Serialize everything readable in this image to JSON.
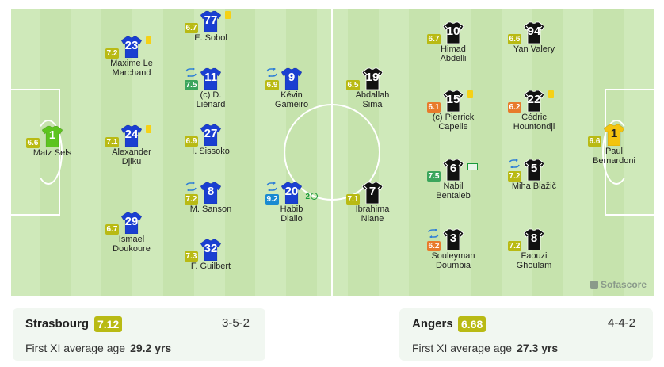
{
  "colors": {
    "home_shirt": "#1a3fd1",
    "home_gk_shirt": "#5dc41f",
    "away_shirt": "#111111",
    "away_gk_shirt": "#f4c40f",
    "rating_yellow": "#b9ba14",
    "rating_green": "#3ba55c",
    "rating_orange": "#e87b2b",
    "rating_blue": "#1a8ad1",
    "card_yellow": "#f5d116"
  },
  "brand": "Sofascore",
  "home": {
    "name": "Strasbourg",
    "rating": "7.12",
    "formation": "3-5-2",
    "age_label": "First XI average age",
    "age_value": "29.2 yrs",
    "players": [
      {
        "number": "1",
        "name": "Matz Sels",
        "rating": "6.6",
        "rating_color": "yellow",
        "gk": true
      },
      {
        "number": "23",
        "name": "Maxime Le\nMarchand",
        "rating": "7.2",
        "rating_color": "yellow",
        "card": true
      },
      {
        "number": "24",
        "name": "Alexander\nDjiku",
        "rating": "7.1",
        "rating_color": "yellow",
        "card": true
      },
      {
        "number": "29",
        "name": "Ismael\nDoukoure",
        "rating": "6.7",
        "rating_color": "yellow"
      },
      {
        "number": "77",
        "name": "E. Sobol",
        "rating": "6.7",
        "rating_color": "yellow",
        "card": true
      },
      {
        "number": "11",
        "name": "(c) D.\nLiénard",
        "rating": "7.5",
        "rating_color": "green",
        "sub": true
      },
      {
        "number": "27",
        "name": "I. Sissoko",
        "rating": "6.9",
        "rating_color": "yellow"
      },
      {
        "number": "8",
        "name": "M. Sanson",
        "rating": "7.2",
        "rating_color": "yellow",
        "sub": true
      },
      {
        "number": "32",
        "name": "F. Guilbert",
        "rating": "7.3",
        "rating_color": "yellow"
      },
      {
        "number": "9",
        "name": "Kévin\nGameiro",
        "rating": "6.9",
        "rating_color": "yellow",
        "sub": true
      },
      {
        "number": "20",
        "name": "Habib\nDiallo",
        "rating": "9.2",
        "rating_color": "blue",
        "sub": true,
        "goals": "2"
      }
    ]
  },
  "away": {
    "name": "Angers",
    "rating": "6.68",
    "formation": "4-4-2",
    "age_label": "First XI average age",
    "age_value": "27.3 yrs",
    "players": [
      {
        "number": "1",
        "name": "Paul\nBernardoni",
        "rating": "6.6",
        "rating_color": "yellow",
        "gk": true
      },
      {
        "number": "94",
        "name": "Yan Valery",
        "rating": "6.6",
        "rating_color": "yellow"
      },
      {
        "number": "22",
        "name": "Cédric\nHountondji",
        "rating": "6.2",
        "rating_color": "orange",
        "card": true
      },
      {
        "number": "5",
        "name": "Miha Blažič",
        "rating": "7.2",
        "rating_color": "yellow",
        "sub": true
      },
      {
        "number": "8",
        "name": "Faouzi\nGhoulam",
        "rating": "7.2",
        "rating_color": "yellow"
      },
      {
        "number": "10",
        "name": "Himad\nAbdelli",
        "rating": "6.7",
        "rating_color": "yellow"
      },
      {
        "number": "15",
        "name": "(c) Pierrick\nCapelle",
        "rating": "6.1",
        "rating_color": "orange",
        "card": true
      },
      {
        "number": "6",
        "name": "Nabil\nBentaleb",
        "rating": "7.5",
        "rating_color": "green",
        "goal_icon": true
      },
      {
        "number": "3",
        "name": "Souleyman\nDoumbia",
        "rating": "6.2",
        "rating_color": "orange",
        "sub": true
      },
      {
        "number": "19",
        "name": "Abdallah\nSima",
        "rating": "6.5",
        "rating_color": "yellow"
      },
      {
        "number": "7",
        "name": "Ibrahima\nNiane",
        "rating": "7.1",
        "rating_color": "yellow"
      }
    ]
  }
}
